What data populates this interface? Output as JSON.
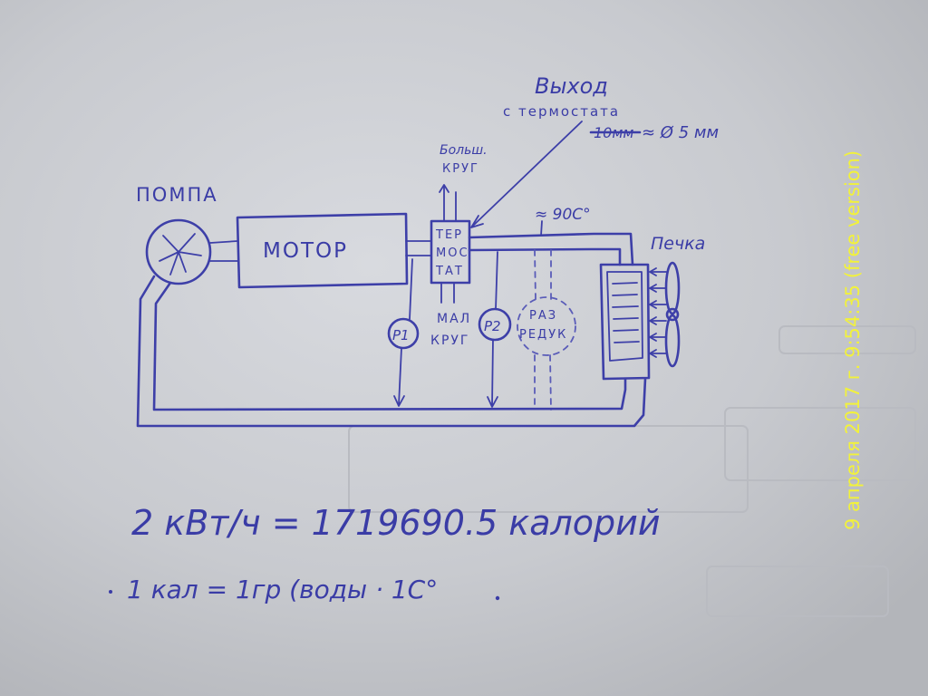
{
  "labels": {
    "pump": "ПОМПА",
    "motor": "МОТОР",
    "thermostat_line1": "ТЕР",
    "thermostat_line2": "МОС",
    "thermostat_line3": "ТАТ",
    "big_circle_line1": "Больш.",
    "big_circle_line2": "КРУГ",
    "small_circle_line1": "МАЛ",
    "small_circle_line2": "КРУГ",
    "outlet_line1": "Выход",
    "outlet_line2": "с термостата",
    "outlet_crossed": "10мм",
    "outlet_size": "≈ Ø 5 мм",
    "temperature": "≈ 90С°",
    "heater": "Печка",
    "gauge_1": "P1",
    "gauge_2": "P2",
    "breaker_line1": "РАЗ",
    "breaker_line2": "РЕДУК"
  },
  "formulas": {
    "power": "2 кВт/ч = 1719690.5 калорий",
    "calorie": "1 кал = 1гр (воды · 1С°"
  },
  "timestamp": "9 апреля 2017 г. 9:54:35 (free version)",
  "colors": {
    "paper": "#c9cbd0",
    "ink": "#3d3fa8",
    "timestamp": "#f2f23a"
  }
}
